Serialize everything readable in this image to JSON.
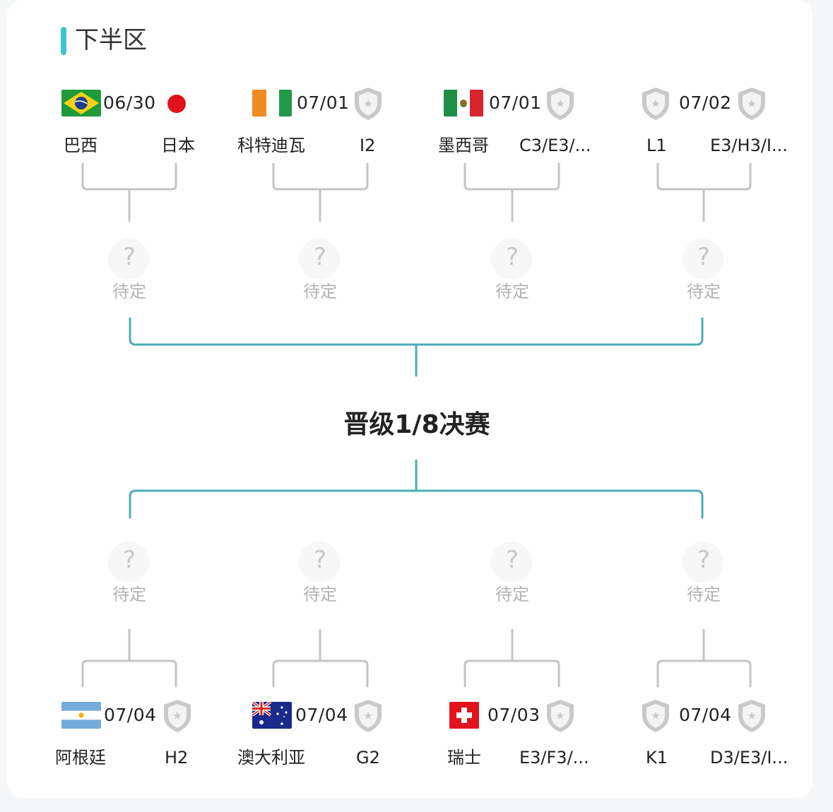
{
  "section": {
    "title": "下半区"
  },
  "round_title": "晋级1/8决赛",
  "tbd": {
    "question": "?",
    "label": "待定"
  },
  "top_matches": [
    {
      "date": "06/30",
      "home": "巴西",
      "away": "日本",
      "home_icon": "brazil-flag",
      "away_icon": "japan-flag"
    },
    {
      "date": "07/01",
      "home": "科特迪瓦",
      "away": "I2",
      "home_icon": "cote-divoire-flag",
      "away_icon": "placeholder-shield"
    },
    {
      "date": "07/01",
      "home": "墨西哥",
      "away": "C3/E3/...",
      "home_icon": "mexico-flag",
      "away_icon": "placeholder-shield"
    },
    {
      "date": "07/02",
      "home": "L1",
      "away": "E3/H3/I...",
      "home_icon": "placeholder-shield",
      "away_icon": "placeholder-shield"
    }
  ],
  "bottom_matches": [
    {
      "date": "07/04",
      "home": "阿根廷",
      "away": "H2",
      "home_icon": "argentina-flag",
      "away_icon": "placeholder-shield"
    },
    {
      "date": "07/04",
      "home": "澳大利亚",
      "away": "G2",
      "home_icon": "australia-flag",
      "away_icon": "placeholder-shield"
    },
    {
      "date": "07/03",
      "home": "瑞士",
      "away": "E3/F3/...",
      "home_icon": "switzerland-flag",
      "away_icon": "placeholder-shield"
    },
    {
      "date": "07/04",
      "home": "K1",
      "away": "D3/E3/I...",
      "home_icon": "placeholder-shield",
      "away_icon": "placeholder-shield"
    }
  ],
  "colors": {
    "accent": "#3cc6c8",
    "connector": "#c4c4c4",
    "bracket": "#4aaeb3",
    "tbd_text": "#b3b3b3"
  }
}
